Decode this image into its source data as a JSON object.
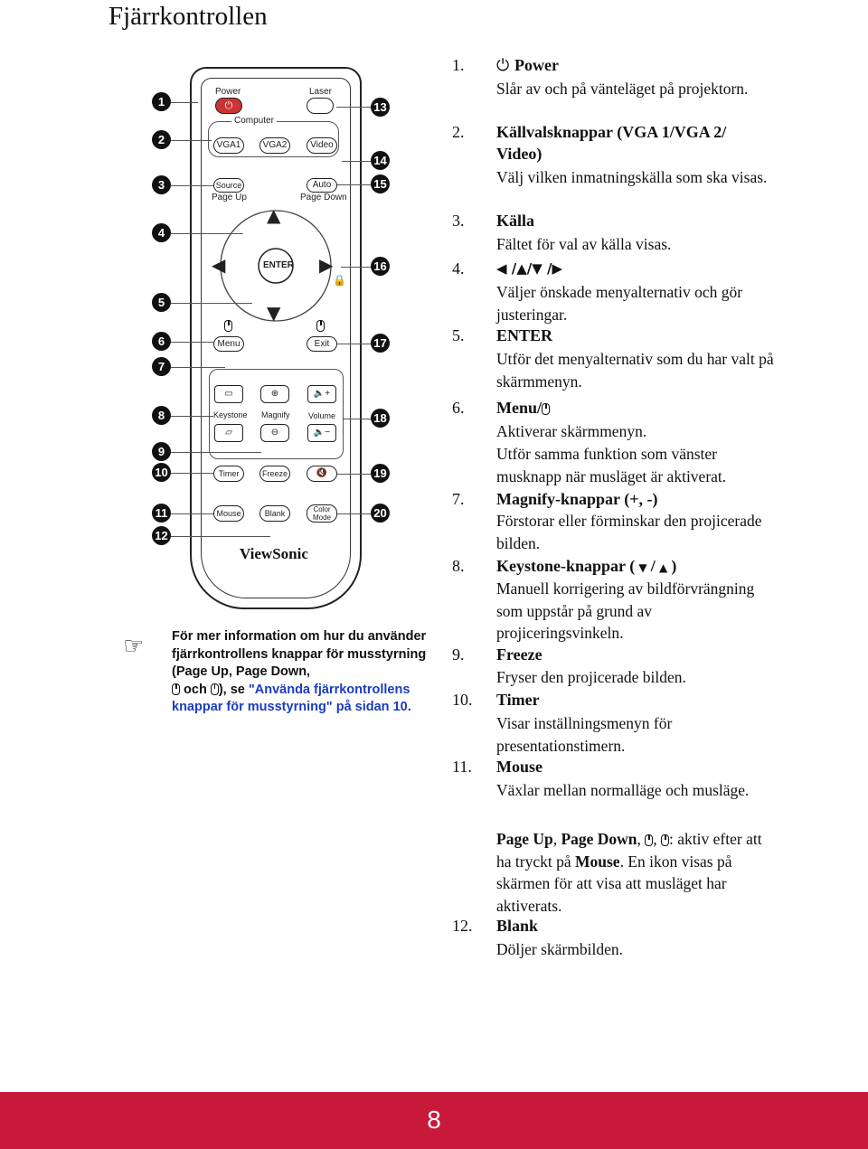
{
  "page_title": "Fjärrkontrollen",
  "remote": {
    "power": "Power",
    "laser": "Laser",
    "computer": "Computer",
    "vga1": "VGA1",
    "vga2": "VGA2",
    "video": "Video",
    "source": "Source",
    "page_up": "Page Up",
    "auto": "Auto",
    "page_down": "Page Down",
    "enter": "ENTER",
    "menu": "Menu",
    "exit": "Exit",
    "keystone": "Keystone",
    "magnify": "Magnify",
    "volume": "Volume",
    "timer": "Timer",
    "freeze": "Freeze",
    "mouse": "Mouse",
    "blank": "Blank",
    "color_mode_1": "Color",
    "color_mode_2": "Mode",
    "brand": "ViewSonic",
    "callouts": [
      "1",
      "2",
      "3",
      "4",
      "5",
      "6",
      "7",
      "8",
      "9",
      "10",
      "11",
      "12",
      "13",
      "14",
      "15",
      "16",
      "17",
      "18",
      "19",
      "20"
    ]
  },
  "note": {
    "line1": "För mer information om hur du använder fjärrkontrollens knappar för musstyrning (Page Up, Page Down,",
    "och": "och",
    "after": "), se",
    "link": "\"Använda fjärrkontrollens knappar för musstyrning\"",
    "tail": "på sidan 10."
  },
  "items": [
    {
      "num": "1.",
      "head": "Power",
      "desc": [
        "Slår av och på vänteläget på projektorn."
      ]
    },
    {
      "num": "2.",
      "head": "Källvalsknappar (VGA 1/VGA 2/",
      "head2": "Video)",
      "desc": [
        "Välj vilken inmatningskälla som ska visas."
      ]
    },
    {
      "num": "3.",
      "head": "Källa",
      "desc": [
        "Fältet för val av källa visas."
      ]
    },
    {
      "num": "4.",
      "head": "◀ /▲/▼ /▶",
      "desc": [
        "Väljer önskade menyalternativ och gör justeringar."
      ]
    },
    {
      "num": "5.",
      "head": "ENTER",
      "desc": [
        "Utför det menyalternativ som du har valt på skärmmenyn."
      ]
    },
    {
      "num": "6.",
      "head": "Menu/",
      "desc": [
        "Aktiverar skärmmenyn.",
        "Utför samma funktion som vänster musknapp när musläget är aktiverat."
      ]
    },
    {
      "num": "7.",
      "head": "Magnify-knappar (+, -)",
      "desc": [
        "Förstorar eller förminskar den projicerade bilden."
      ]
    },
    {
      "num": "8.",
      "head": "Keystone-knappar (",
      "head_mid": "/",
      "head_end": ")",
      "desc": [
        "Manuell korrigering av bildförvrängning som uppstår på grund av projiceringsvinkeln."
      ]
    },
    {
      "num": "9.",
      "head": "Freeze",
      "desc": [
        "Fryser den projicerade bilden."
      ]
    },
    {
      "num": "10.",
      "head": "Timer",
      "desc": [
        "Visar inställningsmenyn för presentationstimern."
      ]
    },
    {
      "num": "11.",
      "head": "Mouse",
      "desc": [
        "Växlar mellan normalläge och musläge."
      ]
    },
    {
      "num": "12.",
      "head": "Blank",
      "desc": [
        "Döljer skärmbilden."
      ]
    }
  ],
  "mouse_para": {
    "b1": "Page Up",
    "s1": ",",
    "b2": "Page Down",
    "s2": ",",
    "s3": ",",
    "s4": ": aktiv efter att ha tryckt på",
    "b3": "Mouse",
    "s5": ". En ikon visas på skärmen för att visa att musläget har aktiverats."
  },
  "page_number": "8"
}
